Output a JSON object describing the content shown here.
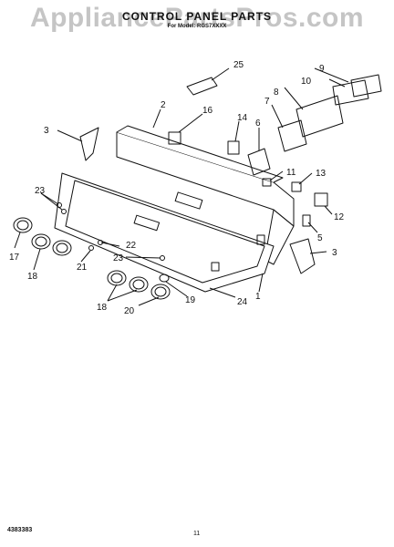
{
  "page": {
    "title": "CONTROL PANEL PARTS",
    "subtitle": "For Model: RGS7XXXX",
    "watermark": "AppliancePartsPros.com",
    "doc_number": "4383383",
    "page_number": "11"
  },
  "callouts": [
    "25",
    "9",
    "10",
    "2",
    "16",
    "8",
    "3",
    "14",
    "7",
    "6",
    "11",
    "13",
    "23",
    "12",
    "5",
    "17",
    "22",
    "3",
    "18",
    "21",
    "23",
    "1",
    "24",
    "18",
    "19",
    "20"
  ]
}
